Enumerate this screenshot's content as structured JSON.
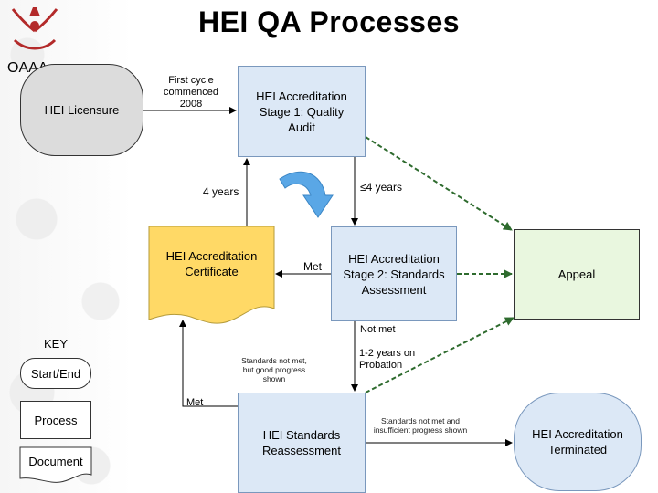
{
  "title": "HEI QA Processes",
  "org_label": "OAAA",
  "nodes": {
    "licensure": "HEI Licensure",
    "stage1": "HEI Accreditation Stage 1: Quality Audit",
    "certificate": "HEI Accreditation Certificate",
    "stage2": "HEI Accreditation Stage 2: Standards Assessment",
    "appeal": "Appeal",
    "reassessment": "HEI Standards Reassessment",
    "terminated": "HEI Accreditation Terminated"
  },
  "labels": {
    "first_cycle": "First cycle commenced 2008",
    "four_years": "4 years",
    "le_four_years": "≤4 years",
    "met_upper": "Met",
    "not_met": "Not met",
    "probation": "1-2 years on Probation",
    "met_lower": "Met",
    "not_met_good_progress": "Standards not met, but good progress shown",
    "not_met_insufficient": "Standards not met and insufficient progress shown"
  },
  "key": {
    "title": "KEY",
    "start_end": "Start/End",
    "process": "Process",
    "document": "Document"
  },
  "colors": {
    "process_fill": "#dce8f6",
    "document_fill": "#ffd966",
    "appeal_fill": "#e9f7df",
    "terminal_fill": "#dcdcdc",
    "curved_arrow": "#5aa7e6",
    "connector_green": "#2e6b2e"
  }
}
